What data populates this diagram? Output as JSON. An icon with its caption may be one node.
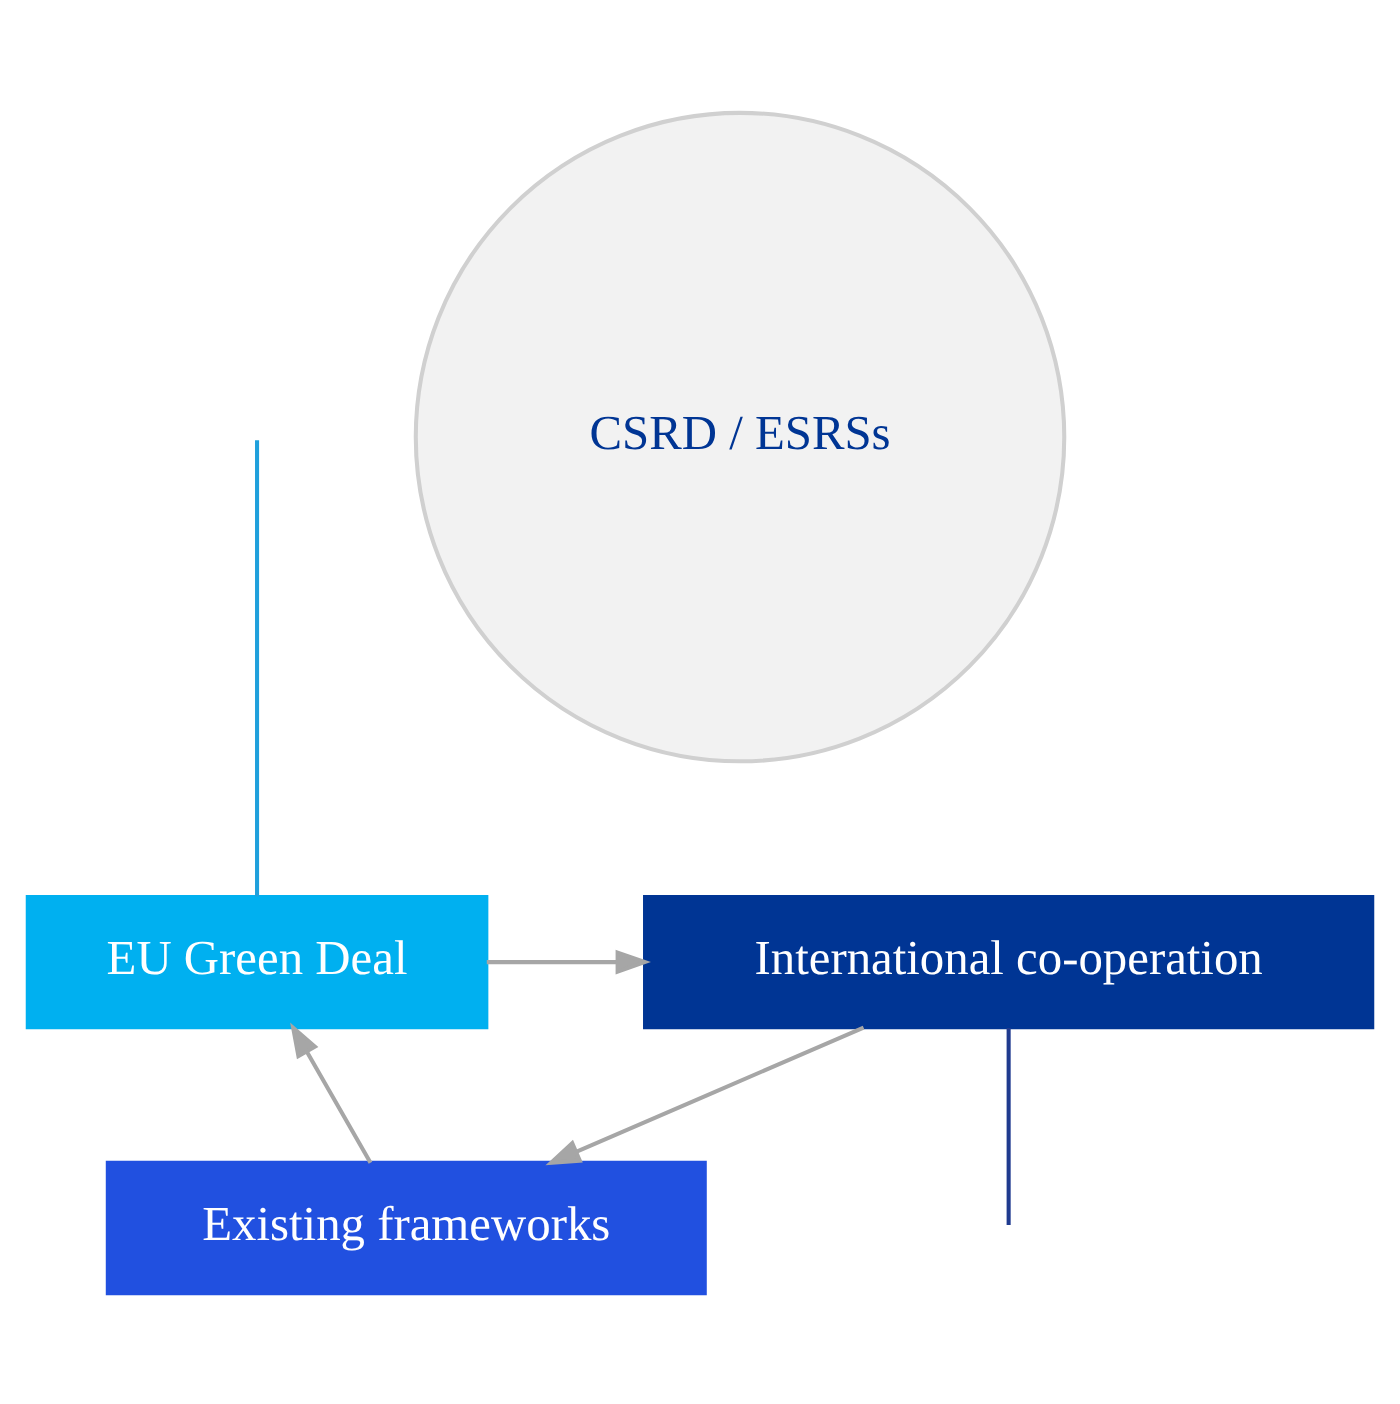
{
  "diagram": {
    "nodes": [
      {
        "text": [
          "EU Green Deal"
        ]
      },
      {
        "text": [
          "International co-operation"
        ]
      },
      {
        "text": [
          "Existing frameworks"
        ]
      },
      {
        "text": [
          "CSRD / ESRSs"
        ]
      }
    ],
    "edges": [
      {
        "from": 0,
        "to": 1,
        "arrow": "to"
      },
      {
        "from": 1,
        "to": 2,
        "arrow": "to"
      },
      {
        "from": 2,
        "to": 0,
        "arrow": "to"
      },
      {
        "from": null,
        "to": 0,
        "arrow": "none",
        "color": "#1fa0dc"
      },
      {
        "from": 1,
        "to": null,
        "arrow": "none",
        "color": "#1f3a8f"
      }
    ]
  }
}
